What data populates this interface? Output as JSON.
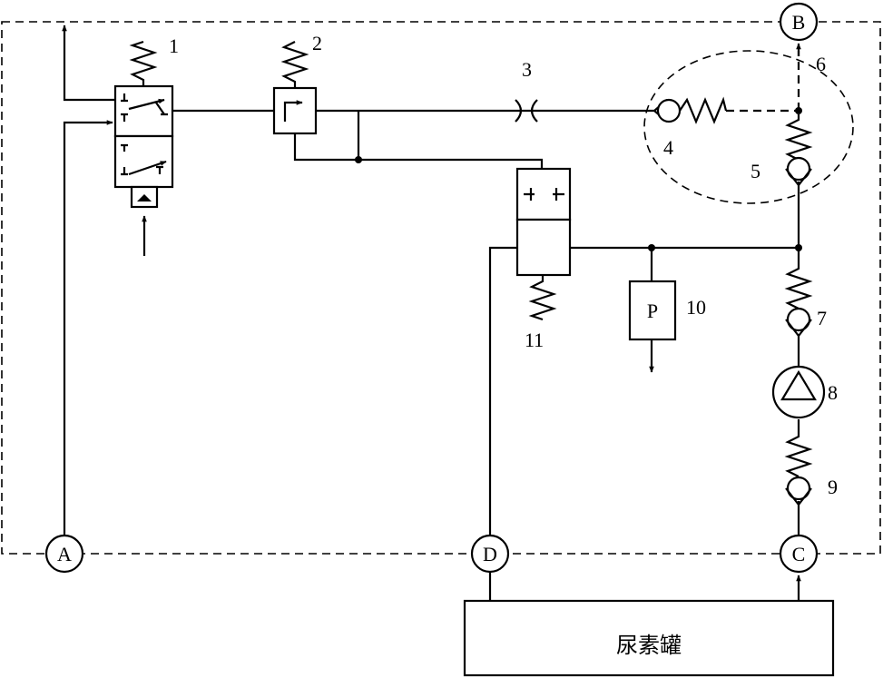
{
  "ports": {
    "A": "A",
    "B": "B",
    "C": "C",
    "D": "D"
  },
  "labels": {
    "n1": "1",
    "n2": "2",
    "n3": "3",
    "n4": "4",
    "n5": "5",
    "n6": "6",
    "n7": "7",
    "n8": "8",
    "n9": "9",
    "n10": "10",
    "n11": "11"
  },
  "pressure_sensor": "P",
  "tank_label": "尿素罐"
}
